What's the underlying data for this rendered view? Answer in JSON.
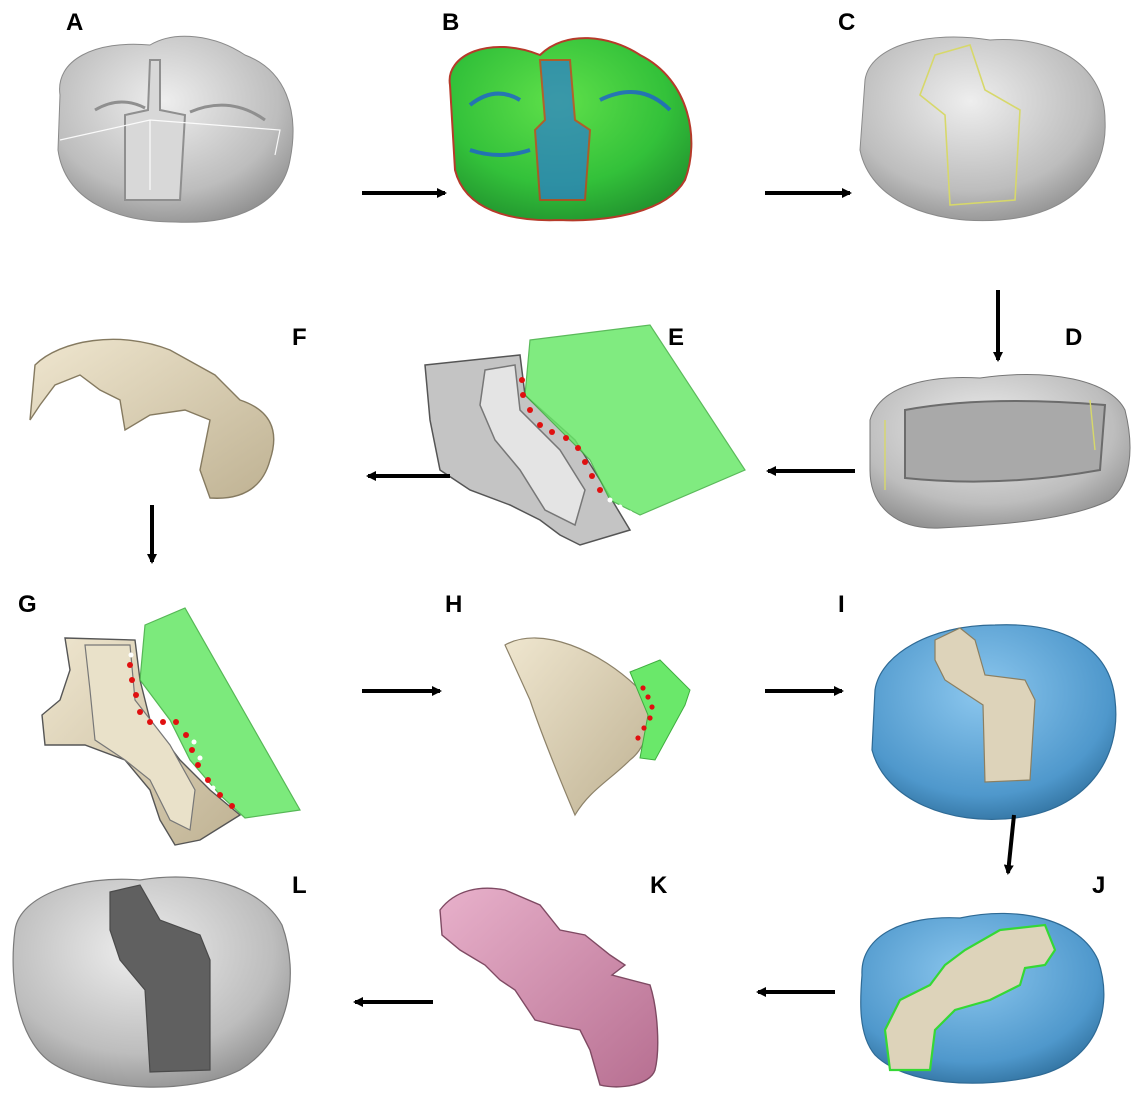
{
  "figure": {
    "panels": [
      {
        "label": "A",
        "content": "grey tooth surface model with bounding box"
      },
      {
        "label": "B",
        "content": "tooth surface with curvature colour map"
      },
      {
        "label": "C",
        "content": "grey tooth with yellow cavity outline"
      },
      {
        "label": "D",
        "content": "sectioned tooth showing cavity walls"
      },
      {
        "label": "E",
        "content": "cavity section with green cutting plane and red/white points"
      },
      {
        "label": "F",
        "content": "beige extracted inlay wall shell"
      },
      {
        "label": "G",
        "content": "beige section with green plane and red/white points"
      },
      {
        "label": "H",
        "content": "beige wedge fragment with small green plane"
      },
      {
        "label": "I",
        "content": "blue tooth with beige inlay region"
      },
      {
        "label": "J",
        "content": "blue tooth with green-outlined beige inlay"
      },
      {
        "label": "K",
        "content": "pink inlay shell"
      },
      {
        "label": "L",
        "content": "grey tooth with dark grey inlay"
      }
    ],
    "flow_order": [
      "A",
      "B",
      "C",
      "D",
      "E",
      "F",
      "G",
      "H",
      "I",
      "J",
      "K",
      "L"
    ],
    "colors": {
      "tooth_grey": "#c9c9c9",
      "inlay_beige": "#ddd3ba",
      "tooth_blue": "#5aa3d6",
      "plane_green": "#6ae86a",
      "point_red": "#e01010",
      "inlay_pink": "#d597b5",
      "inlay_dark": "#606060",
      "arrow": "#000000"
    }
  }
}
